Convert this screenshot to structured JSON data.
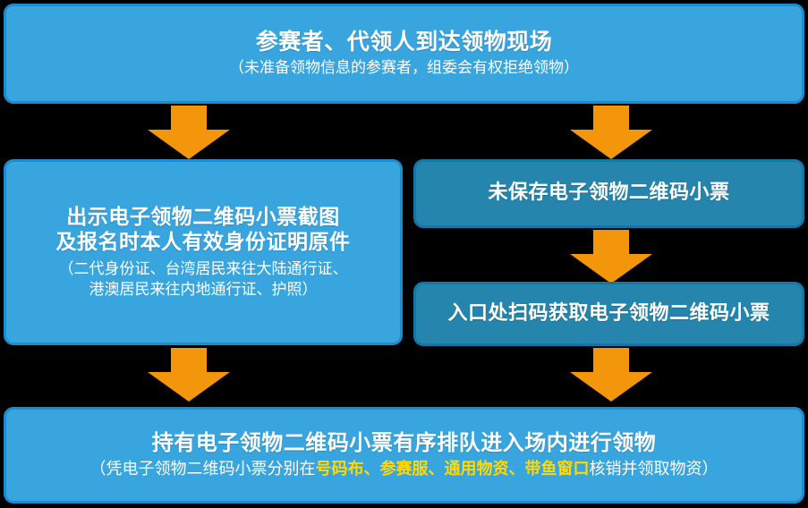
{
  "diagram": {
    "type": "flowchart",
    "orientation": "top-to-bottom",
    "colors": {
      "box_light": "#38A5DE",
      "box_dark": "#2585AC",
      "box_border": "#1F8FCD",
      "arrow": "#F3960B",
      "text": "#FFFFFF",
      "highlight_text": "#FFD900",
      "background": "#000000"
    },
    "nodes": [
      {
        "id": "arrive",
        "title": "参赛者、代领人到达领物现场",
        "subtitle": "（未准备领物信息的参赛者，组委会有权拒绝领物）",
        "style": "light"
      },
      {
        "id": "show",
        "title": "出示电子领物二维码小票截图\n及报名时本人有效身份证明原件",
        "subtitle": "（二代身份证、台湾居民来往大陆通行证、\n港澳居民来往内地通行证、护照）",
        "style": "light"
      },
      {
        "id": "nosave",
        "title": "未保存电子领物二维码小票",
        "subtitle": "",
        "style": "dark"
      },
      {
        "id": "scan",
        "title": "入口处扫码获取电子领物二维码小票",
        "subtitle": "",
        "style": "dark"
      },
      {
        "id": "queue",
        "title": "持有电子领物二维码小票有序排队进入场内进行领物",
        "subtitle_parts": [
          {
            "text": "（凭电子领物二维码小票分别在",
            "highlight": false
          },
          {
            "text": "号码布、参赛服、通用物资、带鱼窗口",
            "highlight": true
          },
          {
            "text": "核销并领取物资）",
            "highlight": false
          }
        ],
        "style": "light"
      }
    ],
    "edges": [
      {
        "id": "arrive-show",
        "from": "arrive",
        "to": "show",
        "icon": "down-arrow-icon"
      },
      {
        "id": "arrive-nosave",
        "from": "arrive",
        "to": "nosave",
        "icon": "down-arrow-icon"
      },
      {
        "id": "nosave-scan",
        "from": "nosave",
        "to": "scan",
        "icon": "down-arrow-icon"
      },
      {
        "id": "show-queue",
        "from": "show",
        "to": "queue",
        "icon": "down-arrow-icon"
      },
      {
        "id": "scan-queue",
        "from": "scan",
        "to": "queue",
        "icon": "down-arrow-icon"
      }
    ]
  }
}
